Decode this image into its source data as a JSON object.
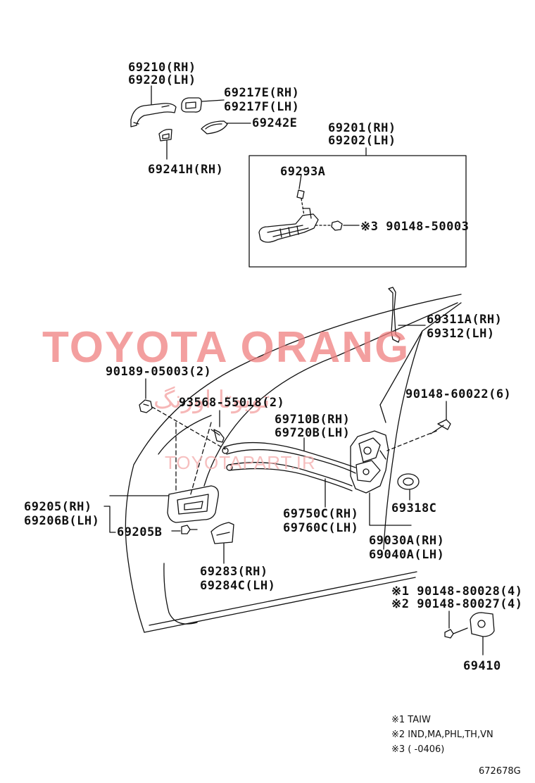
{
  "labels": {
    "p69210": "69210(RH)",
    "p69220": "69220(LH)",
    "p69217E": "69217E(RH)",
    "p69217F": "69217F(LH)",
    "p69242E": "69242E",
    "p69241H": "69241H(RH)",
    "p69201": "69201(RH)",
    "p69202": "69202(LH)",
    "p69293A": "69293A",
    "p90148_50003": "※3 90148-50003",
    "p69311A": "69311A(RH)",
    "p69312": "69312(LH)",
    "p90189": "90189-05003(2)",
    "p93568": "93568-55018(2)",
    "p90148_60022": "90148-60022(6)",
    "p69710B": "69710B(RH)",
    "p69720B": "69720B(LH)",
    "p69205_rh": "69205(RH)",
    "p69206B": "69206B(LH)",
    "p69205B": "69205B",
    "p69750C": "69750C(RH)",
    "p69760C": "69760C(LH)",
    "p69318C": "69318C",
    "p69030A": "69030A(RH)",
    "p69040A": "69040A(LH)",
    "p69283": "69283(RH)",
    "p69284C": "69284C(LH)",
    "p90148_80028": "※1 90148-80028(4)",
    "p90148_80027": "※2 90148-80027(4)",
    "p69410": "69410"
  },
  "notes": {
    "n1": "※1 TAIW",
    "n2": "※2 IND,MA,PHL,TH,VN",
    "n3": "※3 (      -0406)"
  },
  "diagram_code": "672678G",
  "watermark": {
    "main": "TOYOTA ORANG",
    "persian": "تویوتا اورنگ",
    "site": "TOYOTAPART.IR",
    "main_color": "#f08080",
    "site_color": "#f4b0b0"
  }
}
